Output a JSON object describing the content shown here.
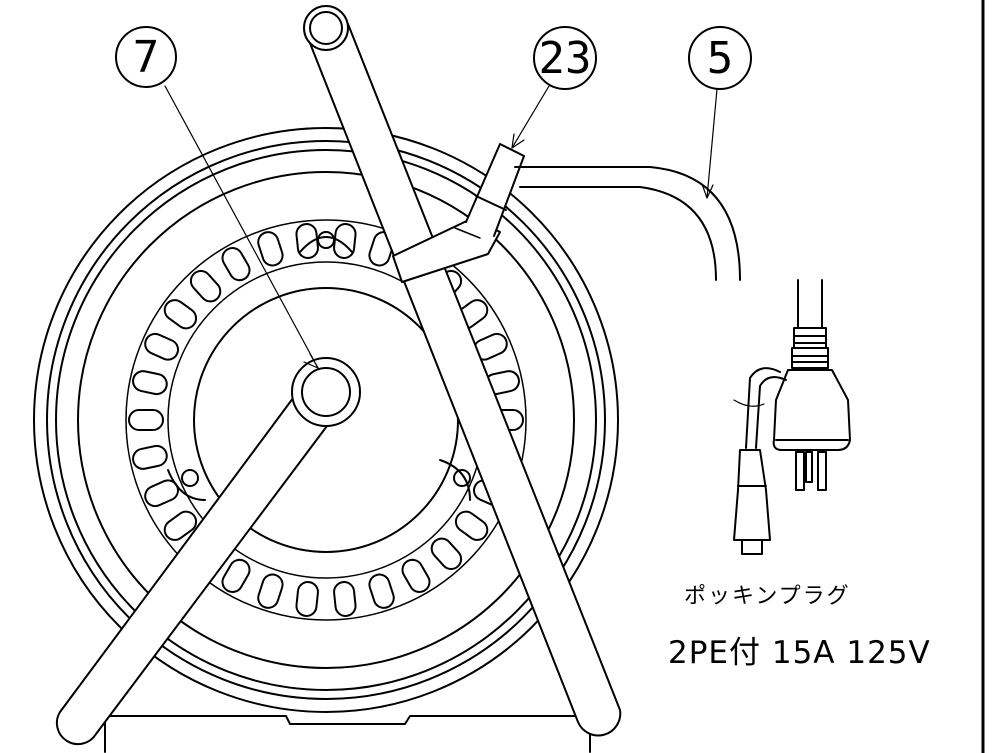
{
  "callouts": [
    {
      "id": "callout-7",
      "label": "7"
    },
    {
      "id": "callout-23",
      "label": "23"
    },
    {
      "id": "callout-5",
      "label": "5"
    }
  ],
  "plug": {
    "name": "ポッキンプラグ",
    "spec": "2PE付 15A 125V"
  },
  "colors": {
    "line": "#000000",
    "background": "#ffffff"
  }
}
